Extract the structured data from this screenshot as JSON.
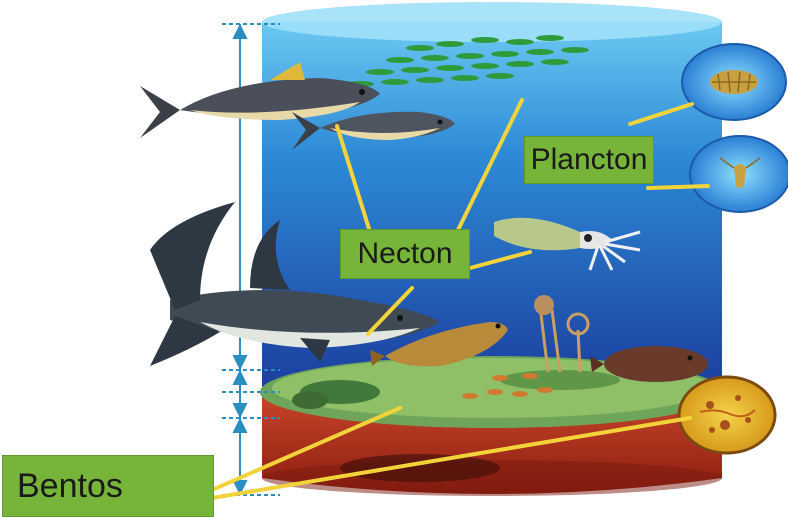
{
  "labels": {
    "plancton": "Plancton",
    "necton": "Necton",
    "bentos": "Bentos"
  },
  "colors": {
    "water_top": "#5fc3f0",
    "water_bottom": "#1b3fa0",
    "label_bg": "#76b43a",
    "pointer_line": "#f2d43a",
    "sediment": "#b8321c",
    "seabed_surface": "#6fa55a"
  }
}
